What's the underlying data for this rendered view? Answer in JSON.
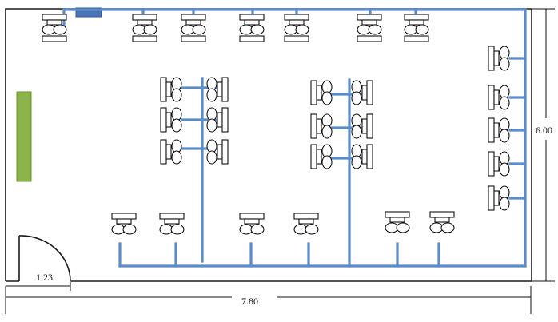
{
  "dimensions": {
    "width": "7.80",
    "height": "6.00",
    "door": "1.23"
  },
  "colors": {
    "pipe": "#5b8cc7",
    "board": "#8db44a",
    "wall": "#1a1a1a",
    "junction_box": "#4a74b8"
  },
  "symbols": {
    "workstation": "desk-chair-icon",
    "board": "whiteboard-icon",
    "door": "door-swing-icon",
    "junction": "junction-box-icon"
  }
}
